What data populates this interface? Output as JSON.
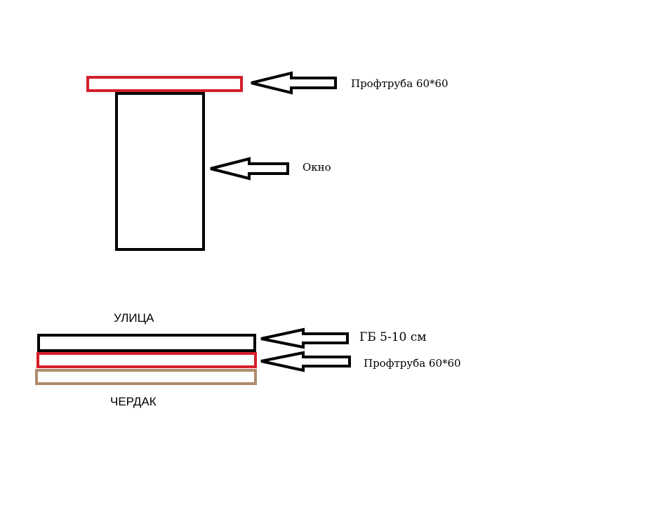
{
  "colors": {
    "outline_black": "#000000",
    "outline_red": "#d41f2a",
    "outline_brown": "#b08c6c",
    "background": "#ffffff"
  },
  "top_section": {
    "beam_label": "Профтруба 60*60",
    "window_label": "Окно"
  },
  "bottom_section": {
    "outside_label": "УЛИЦА",
    "attic_label": "ЧЕРДАК",
    "gb_label": "ГБ 5-10 см",
    "beam_label": "Профтруба 60*60"
  }
}
